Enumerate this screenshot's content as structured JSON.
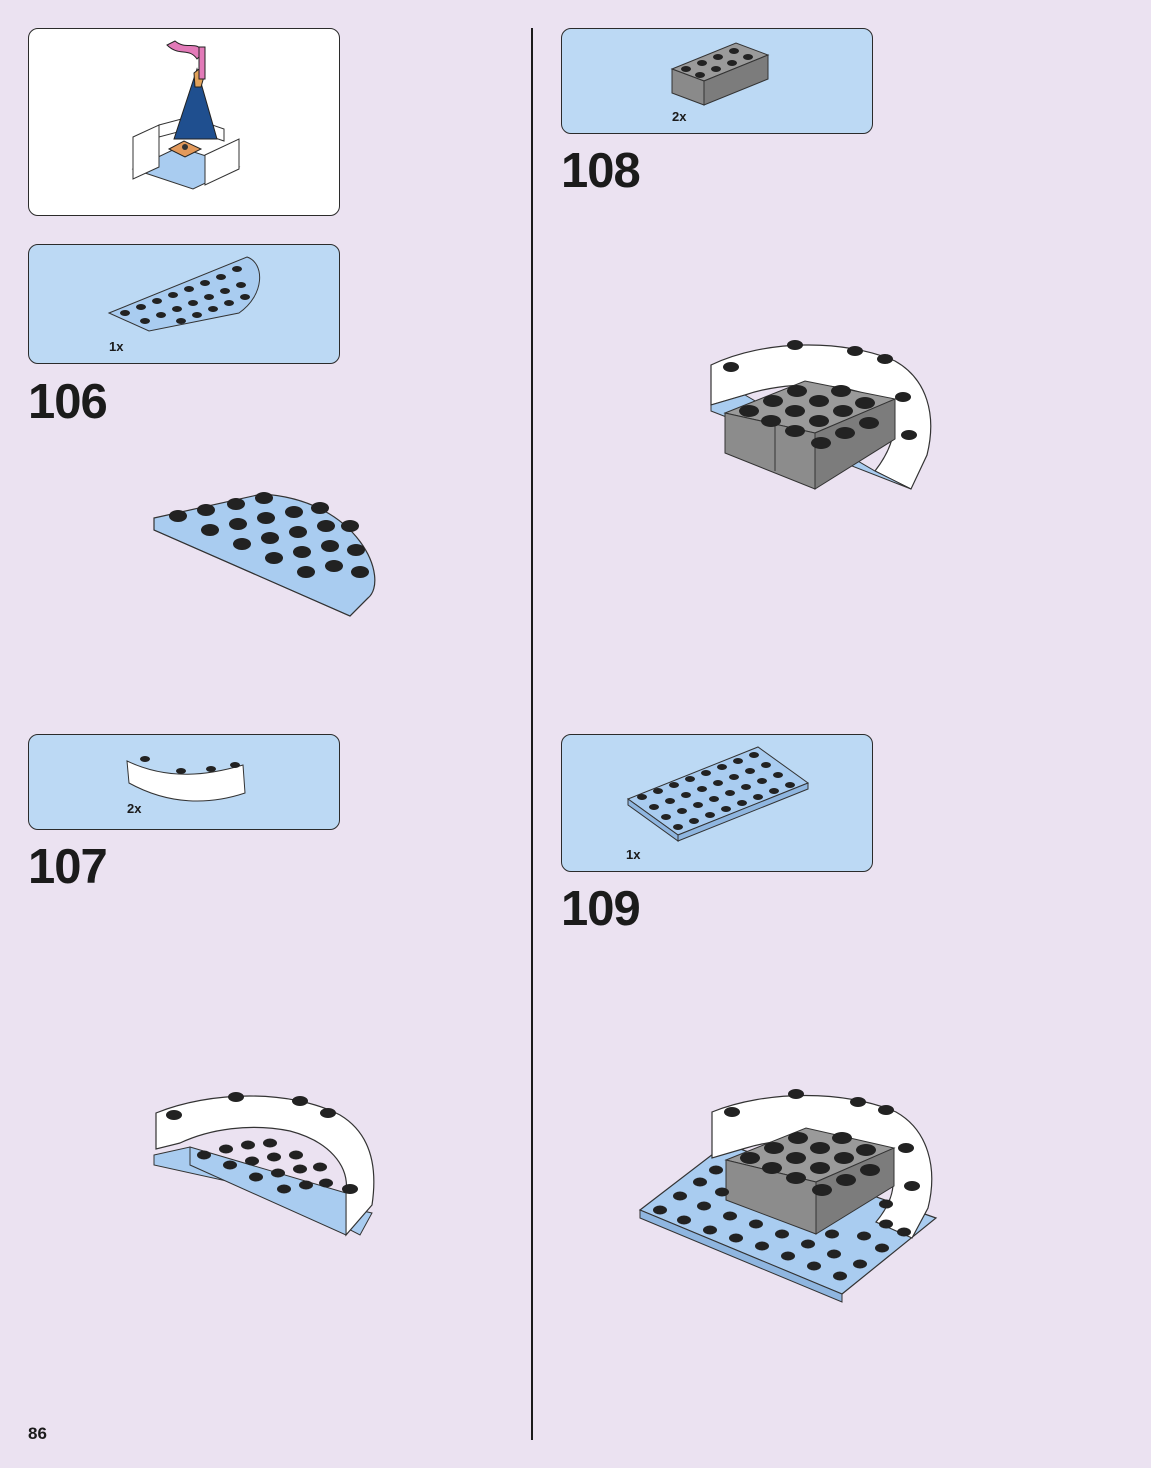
{
  "page_number": "86",
  "steps": [
    {
      "number": "106",
      "quantity": "1x",
      "part": "light blue half-round plate"
    },
    {
      "number": "107",
      "quantity": "2x",
      "part": "white curved brick"
    },
    {
      "number": "108",
      "quantity": "2x",
      "part": "dark grey 2x4 brick"
    },
    {
      "number": "109",
      "quantity": "1x",
      "part": "light blue 4x8 plate"
    }
  ],
  "colors": {
    "background": "#ebe2f1",
    "parts_box": "#bcd9f4",
    "light_blue_part": "#a9ccf0",
    "white_part": "#ffffff",
    "grey_part": "#9a9a9a",
    "stud_dark": "#1e1e1e"
  }
}
